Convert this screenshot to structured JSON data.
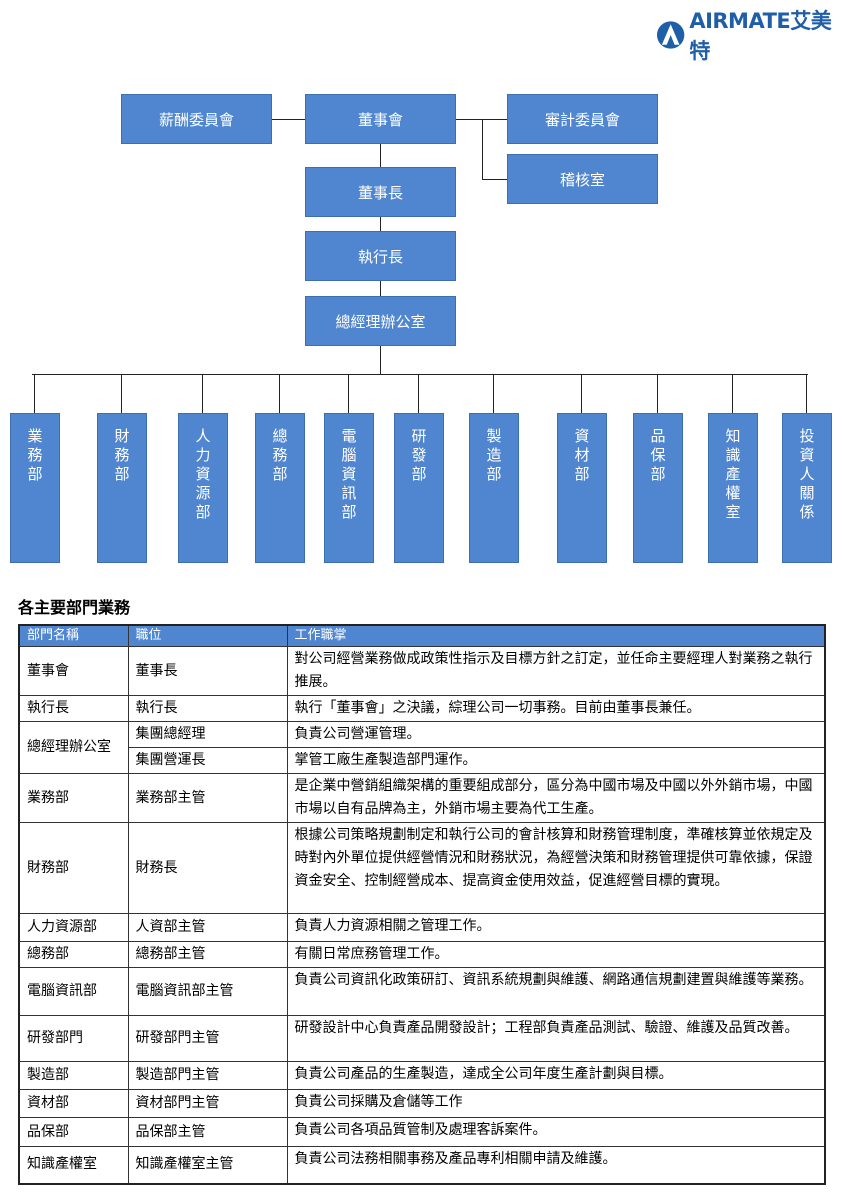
{
  "logo": {
    "text": "AIRMATE艾美特"
  },
  "org": {
    "compensation": "薪酬委員會",
    "board": "董事會",
    "audit": "審計委員會",
    "internal_audit": "稽核室",
    "chairman": "董事長",
    "ceo": "執行長",
    "gm_office": "總經理辦公室",
    "departments": [
      "業務部",
      "財務部",
      "人力資源部",
      "總務部",
      "電腦資訊部",
      "研發部",
      "製造部",
      "資材部",
      "品保部",
      "知識產權室",
      "投資人關係"
    ]
  },
  "section_title": "各主要部門業務",
  "table": {
    "headers": [
      "部門名稱",
      "職位",
      "工作職掌"
    ],
    "rows": [
      {
        "dept": "董事會",
        "pos": "董事長",
        "duty": "對公司經營業務做成政策性指示及目標方針之訂定，並任命主要經理人對業務之執行推展。"
      },
      {
        "dept": "執行長",
        "pos": "執行長",
        "duty": "執行「董事會」之決議，綜理公司一切事務。目前由董事長兼任。"
      },
      {
        "dept": "總經理辦公室",
        "pos": "集團總經理",
        "duty": "負責公司營運管理。",
        "pos2": "集團營運長",
        "duty2": "掌管工廠生產製造部門運作。"
      },
      {
        "dept": "業務部",
        "pos": "業務部主管",
        "duty": "是企業中營銷組織架構的重要組成部分，區分為中國市場及中國以外外銷市場，中國市場以自有品牌為主，外銷市場主要為代工生產。"
      },
      {
        "dept": "財務部",
        "pos": "財務長",
        "duty": "根據公司策略規劃制定和執行公司的會計核算和財務管理制度，準確核算並依規定及時對內外單位提供經營情況和財務狀況，為經營決策和財務管理提供可靠依據，保證資金安全、控制經營成本、提高資金使用效益，促進經營目標的實現。"
      },
      {
        "dept": "人力資源部",
        "pos": "人資部主管",
        "duty": "負責人力資源相關之管理工作。"
      },
      {
        "dept": "總務部",
        "pos": "總務部主管",
        "duty": "有關日常庶務管理工作。"
      },
      {
        "dept": "電腦資訊部",
        "pos": "電腦資訊部主管",
        "duty": "負責公司資訊化政策研訂、資訊系統規劃與維護、網路通信規劃建置與維護等業務。"
      },
      {
        "dept": "研發部門",
        "pos": "研發部門主管",
        "duty": "研發設計中心負責產品開發設計；工程部負責產品測試、驗證、維護及品質改善。"
      },
      {
        "dept": "製造部",
        "pos": "製造部門主管",
        "duty": "負責公司產品的生產製造，達成全公司年度生產計劃與目標。"
      },
      {
        "dept": "資材部",
        "pos": "資材部門主管",
        "duty": "負責公司採購及倉儲等工作"
      },
      {
        "dept": "品保部",
        "pos": "品保部主管",
        "duty": "負責公司各項品質管制及處理客訴案件。"
      },
      {
        "dept": "知識產權室",
        "pos": "知識產權室主管",
        "duty": "負責公司法務相關事務及產品專利相關申請及維護。"
      }
    ]
  }
}
